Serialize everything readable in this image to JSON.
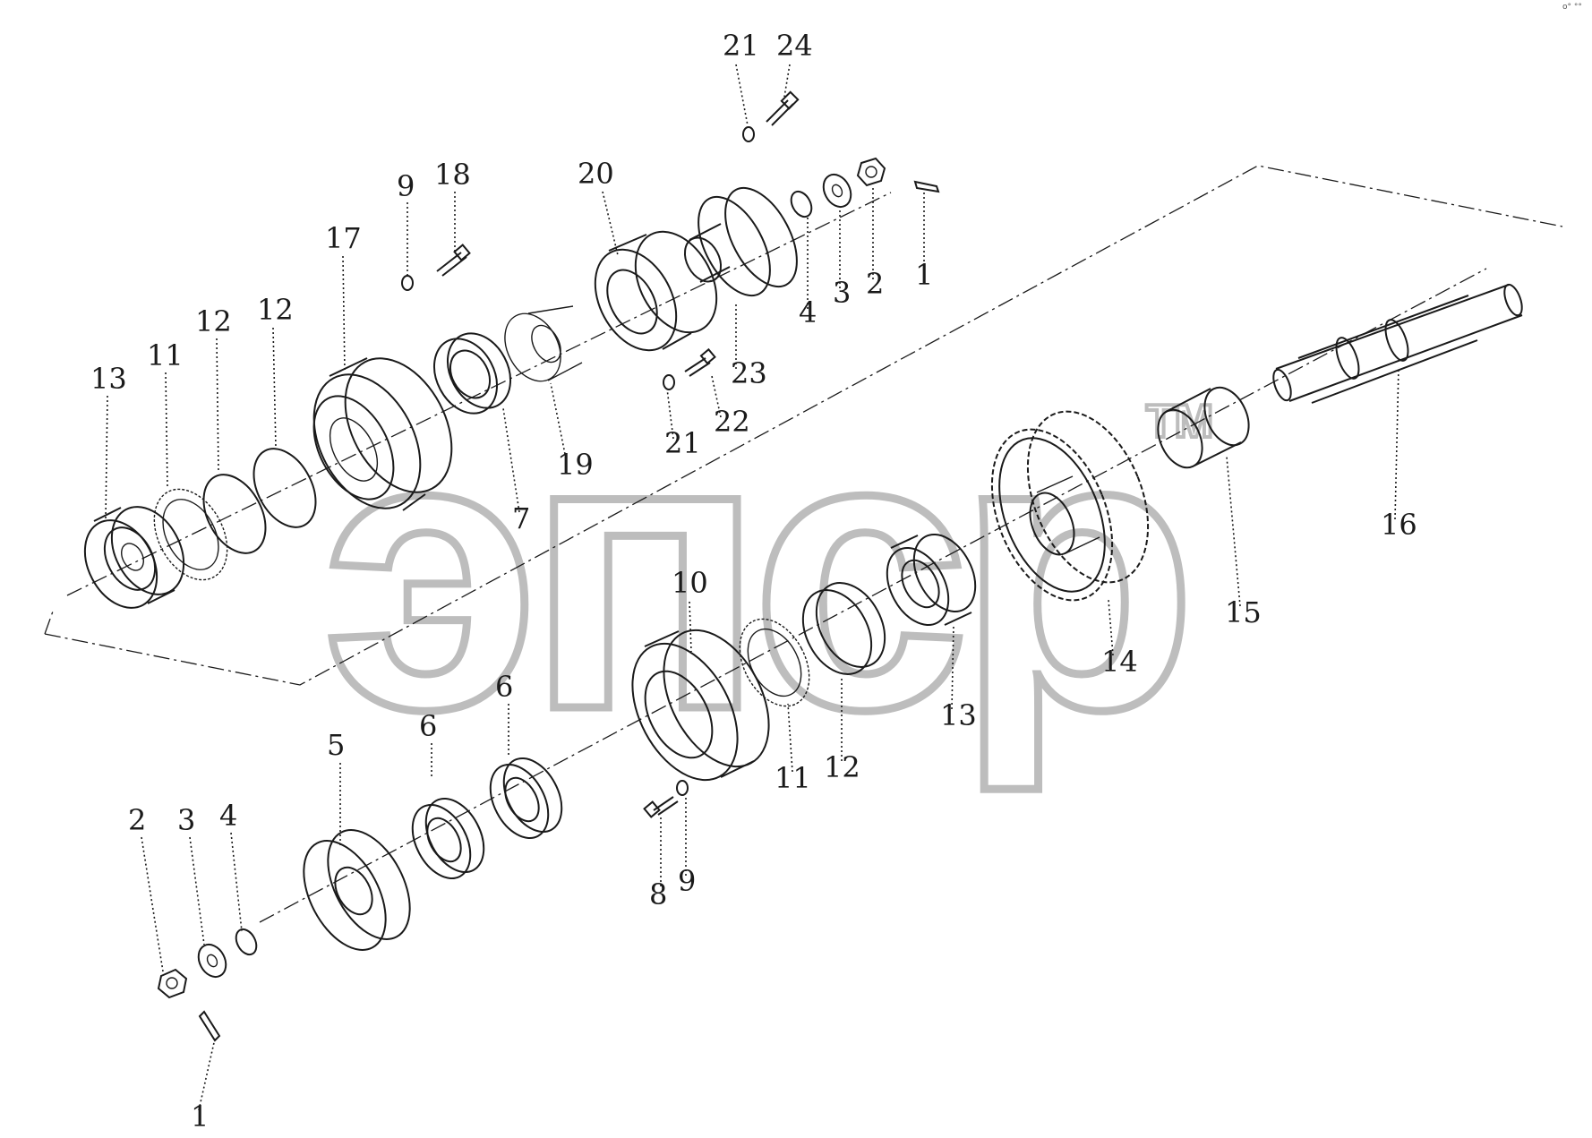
{
  "watermark": {
    "text": "эпср",
    "tm": "TM"
  },
  "corner_mark": "o° °°",
  "callouts": [
    {
      "id": "c-21-top",
      "label": "21",
      "leader": "down"
    },
    {
      "id": "c-24",
      "label": "24",
      "leader": "down"
    },
    {
      "id": "c-9-top",
      "label": "9",
      "leader": "down"
    },
    {
      "id": "c-18",
      "label": "18",
      "leader": "down"
    },
    {
      "id": "c-20",
      "label": "20",
      "leader": "down"
    },
    {
      "id": "c-17",
      "label": "17",
      "leader": "down"
    },
    {
      "id": "c-12a",
      "label": "12",
      "leader": "down"
    },
    {
      "id": "c-12b",
      "label": "12",
      "leader": "down"
    },
    {
      "id": "c-11-top",
      "label": "11",
      "leader": "down"
    },
    {
      "id": "c-13-top",
      "label": "13",
      "leader": "down"
    },
    {
      "id": "c-4-top",
      "label": "4",
      "leader": "up"
    },
    {
      "id": "c-3-top",
      "label": "3",
      "leader": "up"
    },
    {
      "id": "c-2-top",
      "label": "2",
      "leader": "up"
    },
    {
      "id": "c-1-top",
      "label": "1",
      "leader": "up"
    },
    {
      "id": "c-23",
      "label": "23",
      "leader": "up"
    },
    {
      "id": "c-22",
      "label": "22",
      "leader": "up"
    },
    {
      "id": "c-21-mid",
      "label": "21",
      "leader": "up"
    },
    {
      "id": "c-19",
      "label": "19",
      "leader": "up"
    },
    {
      "id": "c-7",
      "label": "7",
      "leader": "up"
    },
    {
      "id": "c-16",
      "label": "16",
      "leader": "up"
    },
    {
      "id": "c-15",
      "label": "15",
      "leader": "up"
    },
    {
      "id": "c-14",
      "label": "14",
      "leader": "up"
    },
    {
      "id": "c-13-bot",
      "label": "13",
      "leader": "up"
    },
    {
      "id": "c-12-bot",
      "label": "12",
      "leader": "up"
    },
    {
      "id": "c-11-bot",
      "label": "11",
      "leader": "up"
    },
    {
      "id": "c-10",
      "label": "10",
      "leader": "down"
    },
    {
      "id": "c-6a",
      "label": "6",
      "leader": "down"
    },
    {
      "id": "c-6b",
      "label": "6",
      "leader": "down"
    },
    {
      "id": "c-5",
      "label": "5",
      "leader": "down"
    },
    {
      "id": "c-2-bot",
      "label": "2",
      "leader": "down"
    },
    {
      "id": "c-3-bot",
      "label": "3",
      "leader": "down"
    },
    {
      "id": "c-4-bot",
      "label": "4",
      "leader": "down"
    },
    {
      "id": "c-8",
      "label": "8",
      "leader": "up"
    },
    {
      "id": "c-9-bot",
      "label": "9",
      "leader": "up"
    },
    {
      "id": "c-1-bot",
      "label": "1",
      "leader": "up"
    }
  ]
}
